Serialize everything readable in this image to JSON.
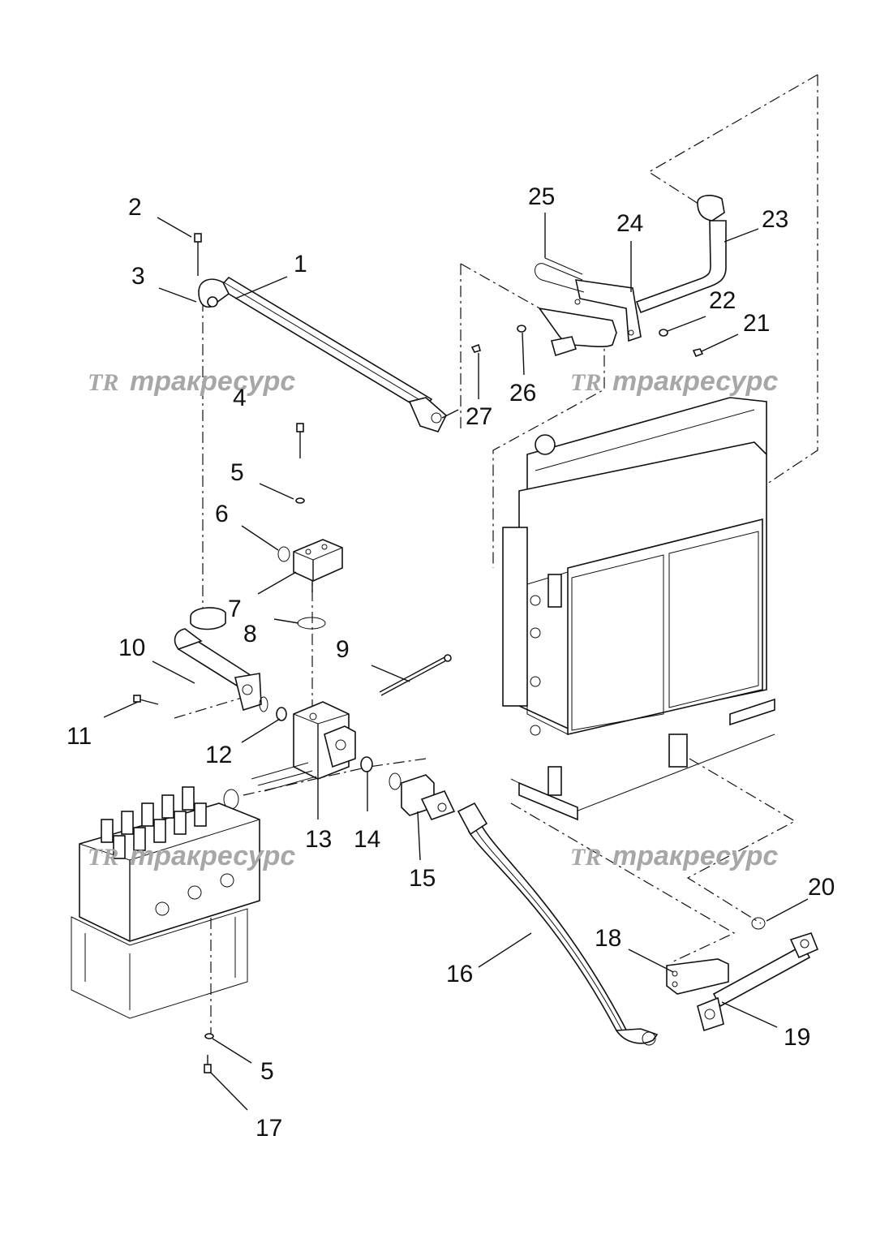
{
  "diagram": {
    "callouts": [
      {
        "id": "c1",
        "label": "1"
      },
      {
        "id": "c2",
        "label": "2"
      },
      {
        "id": "c3",
        "label": "3"
      },
      {
        "id": "c4",
        "label": "4"
      },
      {
        "id": "c5a",
        "label": "5"
      },
      {
        "id": "c6",
        "label": "6"
      },
      {
        "id": "c7",
        "label": "7"
      },
      {
        "id": "c8",
        "label": "8"
      },
      {
        "id": "c9",
        "label": "9"
      },
      {
        "id": "c10",
        "label": "10"
      },
      {
        "id": "c11",
        "label": "11"
      },
      {
        "id": "c12",
        "label": "12"
      },
      {
        "id": "c13",
        "label": "13"
      },
      {
        "id": "c14",
        "label": "14"
      },
      {
        "id": "c15",
        "label": "15"
      },
      {
        "id": "c16",
        "label": "16"
      },
      {
        "id": "c17",
        "label": "17"
      },
      {
        "id": "c5b",
        "label": "5"
      },
      {
        "id": "c18",
        "label": "18"
      },
      {
        "id": "c19",
        "label": "19"
      },
      {
        "id": "c20",
        "label": "20"
      },
      {
        "id": "c21",
        "label": "21"
      },
      {
        "id": "c22",
        "label": "22"
      },
      {
        "id": "c23",
        "label": "23"
      },
      {
        "id": "c24",
        "label": "24"
      },
      {
        "id": "c25",
        "label": "25"
      },
      {
        "id": "c26",
        "label": "26"
      },
      {
        "id": "c27",
        "label": "27"
      }
    ],
    "watermark": {
      "logo": "TR",
      "text": "тракресурс"
    }
  }
}
